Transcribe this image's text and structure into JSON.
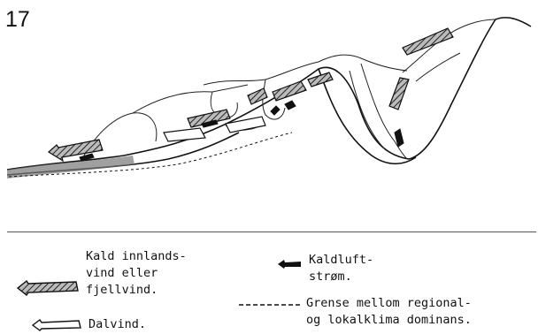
{
  "figure_number": "17",
  "legend": {
    "cold_wind": {
      "lines": [
        "Kald innlands-",
        "vind eller",
        "fjellvind."
      ],
      "icon": "hatched-arrow-icon"
    },
    "cold_air": {
      "lines": [
        "Kaldluft-",
        "strøm."
      ],
      "icon": "black-arrow-icon"
    },
    "valley_wind": {
      "label": "Dalvind.",
      "icon": "outline-arrow-icon"
    },
    "boundary": {
      "lines": [
        "Grense mellom regional-",
        "og lokalklima dominans."
      ],
      "icon": "dashed-line-icon"
    }
  },
  "colors": {
    "ink": "#111111",
    "background": "#ffffff"
  }
}
